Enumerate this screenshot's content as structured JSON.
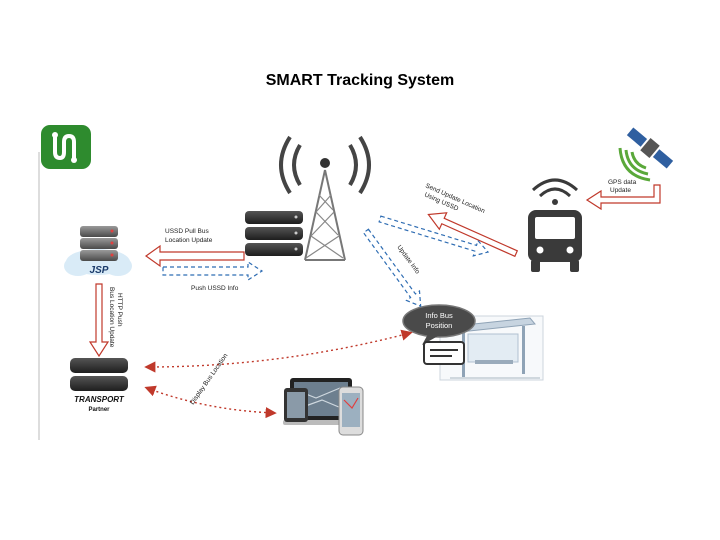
{
  "title": "SMART Tracking System",
  "logo": {
    "icon": "bus-route-logo-icon",
    "color": "#2e8b2e"
  },
  "nodes": {
    "jsp_server": {
      "label": "JSP",
      "icon": "server-cloud-icon"
    },
    "transport_partner": {
      "label_line1": "TRANSPORT",
      "label_line2": "Partner",
      "icon": "server-stack-icon"
    },
    "cell_tower": {
      "icon": "cell-tower-icon"
    },
    "ussd_server": {
      "icon": "server-stack-icon"
    },
    "bus": {
      "icon": "bus-icon"
    },
    "satellite": {
      "icon": "satellite-icon"
    },
    "bus_stop": {
      "icon": "bus-stop-shelter-icon"
    },
    "info_bubble": {
      "line1": "Info Bus",
      "line2": "Position"
    },
    "devices": {
      "icon": "laptop-tablet-phone-icon"
    }
  },
  "edges": {
    "gps": {
      "line1": "GPS data",
      "line2": "Update"
    },
    "send_update": {
      "line1": "Send Update Location",
      "line2": "Using USSD"
    },
    "ussd_pull": {
      "line1": "USSD Pull Bus",
      "line2": "Location Update"
    },
    "push_ussd": {
      "text": "Push USSD Info"
    },
    "update_info": {
      "text": "Update Info"
    },
    "http_push": {
      "line1": "HTTP Push",
      "line2": "Bus Location Update"
    },
    "display": {
      "text": "Display Bus Location"
    }
  },
  "colors": {
    "solid_arrow": "#c0392b",
    "solid_fill": "#ffffff",
    "dashed_arrow": "#2f6db3",
    "dotted_arrow": "#c0392b",
    "dark": "#3a3a3a"
  }
}
